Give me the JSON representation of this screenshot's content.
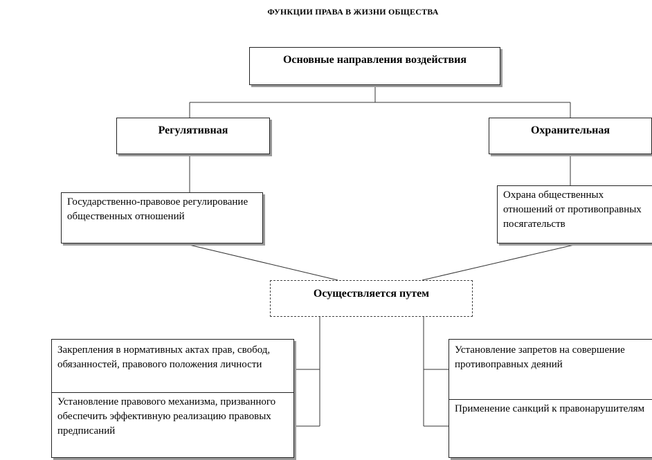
{
  "title": "ФУНКЦИИ ПРАВА В ЖИЗНИ ОБЩЕСТВА",
  "root": {
    "label": "Основные направления воздействия"
  },
  "branches": {
    "left": "Регулятивная",
    "right": "Охранительная"
  },
  "descriptions": {
    "left": "Государственно-правовое регулирование общественных отношений",
    "right": "Охрана общественных отношений от противоправных посягательств"
  },
  "means": {
    "label": "Осуществляется путем"
  },
  "left_items": [
    "Закрепления в нормативных актах прав, свобод, обязанностей, правового положения личности",
    "Установление правового механизма, призванного обеспечить эффективную реализацию правовых предписаний"
  ],
  "right_items": [
    "Установление запретов на совершение противоправных деяний",
    "Применение санкций к правонарушителям"
  ]
}
